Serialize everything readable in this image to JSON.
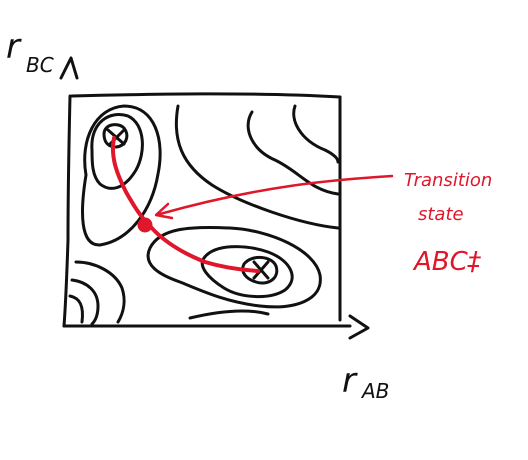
{
  "diagram": {
    "axis_labels": {
      "y_prefix": "r",
      "y_subscript": "BC",
      "x_prefix": "r",
      "x_subscript": "AB"
    },
    "annotation": {
      "line1": "Transition",
      "line2": "state",
      "line3": "ABC‡"
    },
    "colors": {
      "ink": "#111111",
      "highlight": "#e0162b"
    },
    "markers": {
      "minimum_symbol": "x",
      "saddle_point": "dot"
    }
  }
}
